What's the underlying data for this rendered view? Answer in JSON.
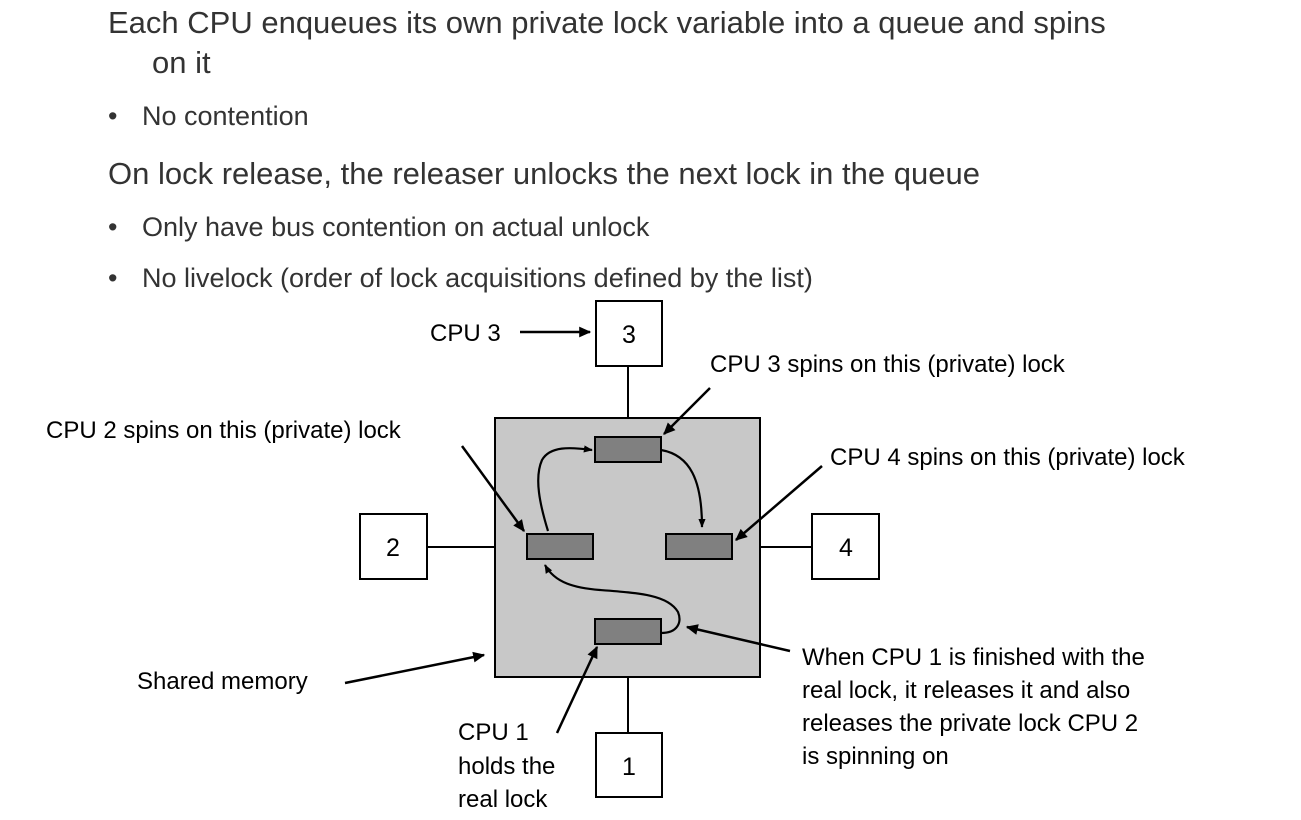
{
  "slide": {
    "paragraph_1_line_1": "Each CPU enqueues its own private lock variable into a queue and spins",
    "paragraph_1_line_2": "on it",
    "bullet_1": "No contention",
    "paragraph_2": "On lock release, the releaser unlocks the next lock in the queue",
    "bullet_2": "Only have bus contention on actual unlock",
    "bullet_3": "No livelock (order of lock acquisitions defined by the list)",
    "bullet_symbol": "•"
  },
  "diagram": {
    "cpu_boxes": {
      "cpu_1": "1",
      "cpu_2": "2",
      "cpu_3": "3",
      "cpu_4": "4"
    },
    "labels": {
      "cpu3_pointer": "CPU 3",
      "cpu3_spins": "CPU 3 spins on this (private) lock",
      "cpu2_spins": "CPU 2 spins on this (private) lock",
      "cpu4_spins": "CPU 4 spins on this (private) lock",
      "shared_memory": "Shared memory",
      "cpu1_holds_line_1": "CPU 1",
      "cpu1_holds_line_2": "holds the",
      "cpu1_holds_line_3": "real lock",
      "release_note_line_1": "When CPU 1 is finished with the",
      "release_note_line_2": "real lock, it releases it and also",
      "release_note_line_3": "releases the private lock CPU 2",
      "release_note_line_4": "is spinning on"
    },
    "colors": {
      "shared_memory_fill": "#c8c8c8",
      "lock_fill": "#808080",
      "stroke": "#000000",
      "text": "#333333"
    }
  }
}
